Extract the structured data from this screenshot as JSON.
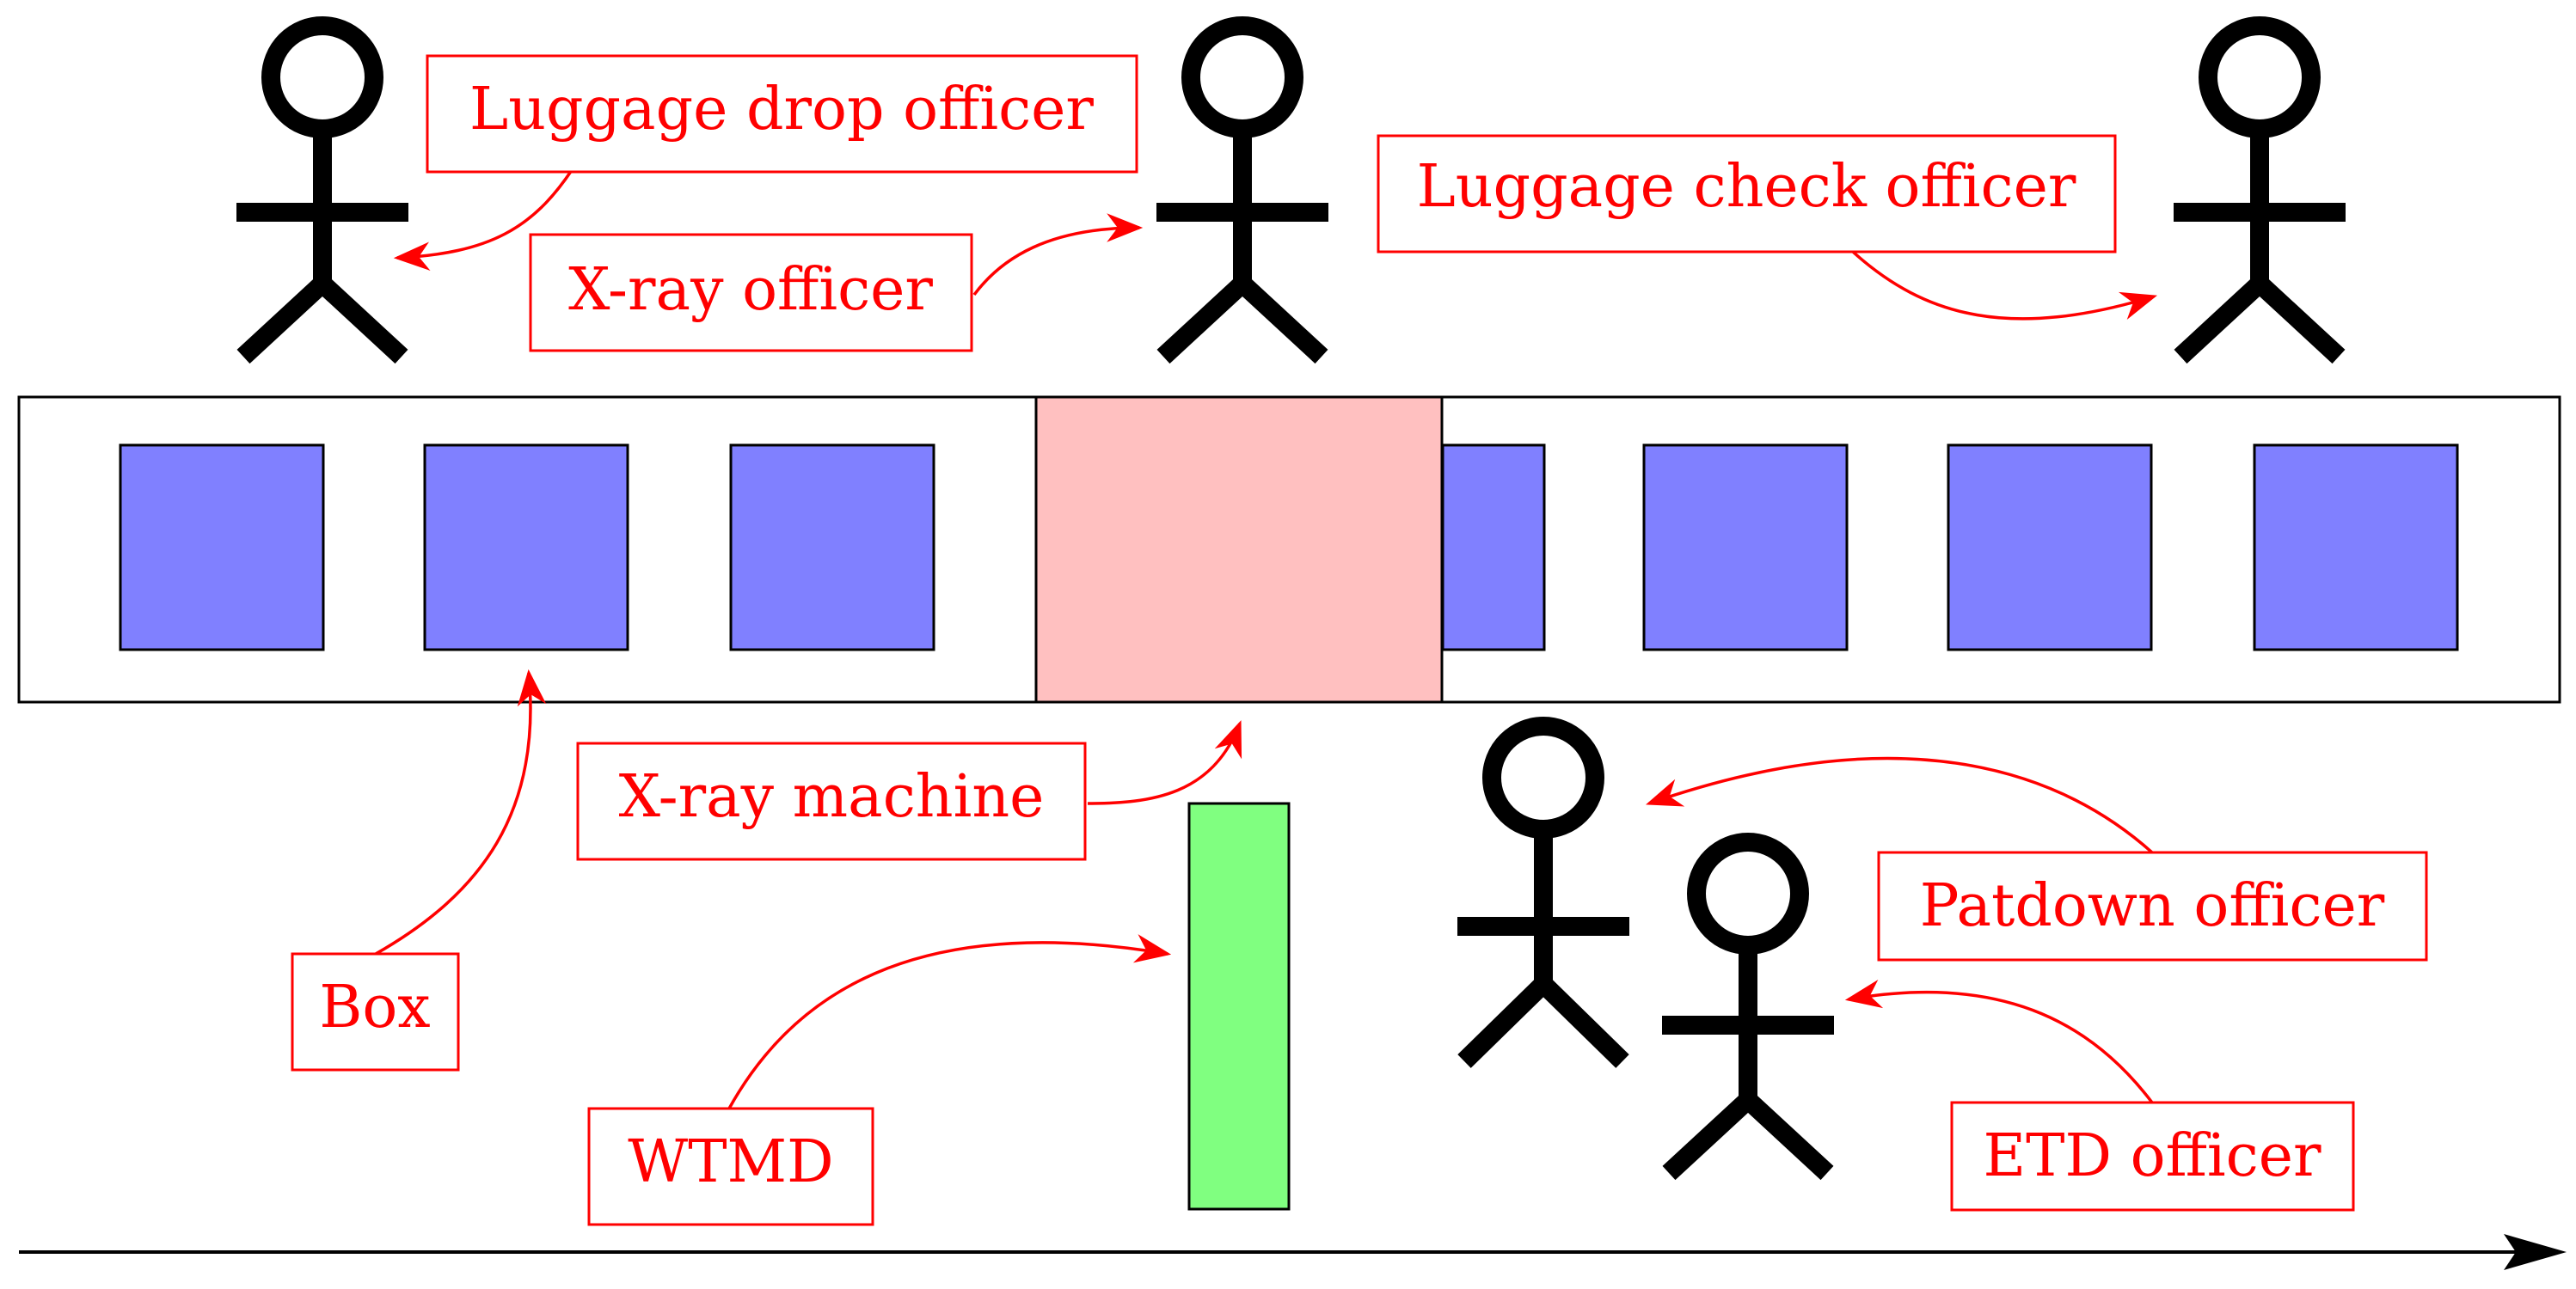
{
  "labels": {
    "luggage_drop_officer": "Luggage drop officer",
    "xray_officer": "X-ray officer",
    "luggage_check_officer": "Luggage check officer",
    "xray_machine": "X-ray machine",
    "box": "Box",
    "wtmd": "WTMD",
    "patdown_officer": "Patdown officer",
    "etd_officer": "ETD officer"
  },
  "colors": {
    "annotation": "#ff0000",
    "box_fill": "#8080ff",
    "xray_fill": "#ffc0c0",
    "wtmd_fill": "#80ff80",
    "outline": "#000000"
  },
  "boxes_on_belt": 7,
  "people": 5
}
